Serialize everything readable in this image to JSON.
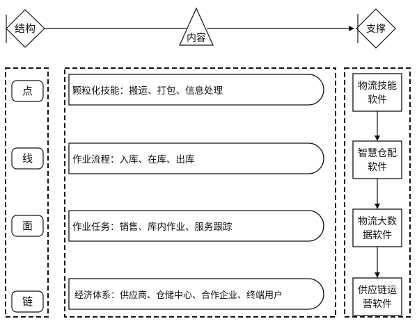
{
  "top": {
    "left_label": "结构",
    "center_label": "内容",
    "right_label": "支撑"
  },
  "levels": [
    {
      "tag": "点",
      "content": "颗粒化技能：搬运、打包、信息处理"
    },
    {
      "tag": "线",
      "content": "作业流程：入库、在库、出库"
    },
    {
      "tag": "面",
      "content": "作业任务：销售、库内作业、服务跟踪"
    },
    {
      "tag": "链",
      "content": "经济体系：供应商、仓储中心、合作企业、终端用户"
    }
  ],
  "support": [
    {
      "line1": "物流技能",
      "line2": "软件"
    },
    {
      "line1": "智慧仓配",
      "line2": "软件"
    },
    {
      "line1": "物流大数",
      "line2": "据软件"
    },
    {
      "line1": "供应链运",
      "line2": "营软件"
    }
  ]
}
